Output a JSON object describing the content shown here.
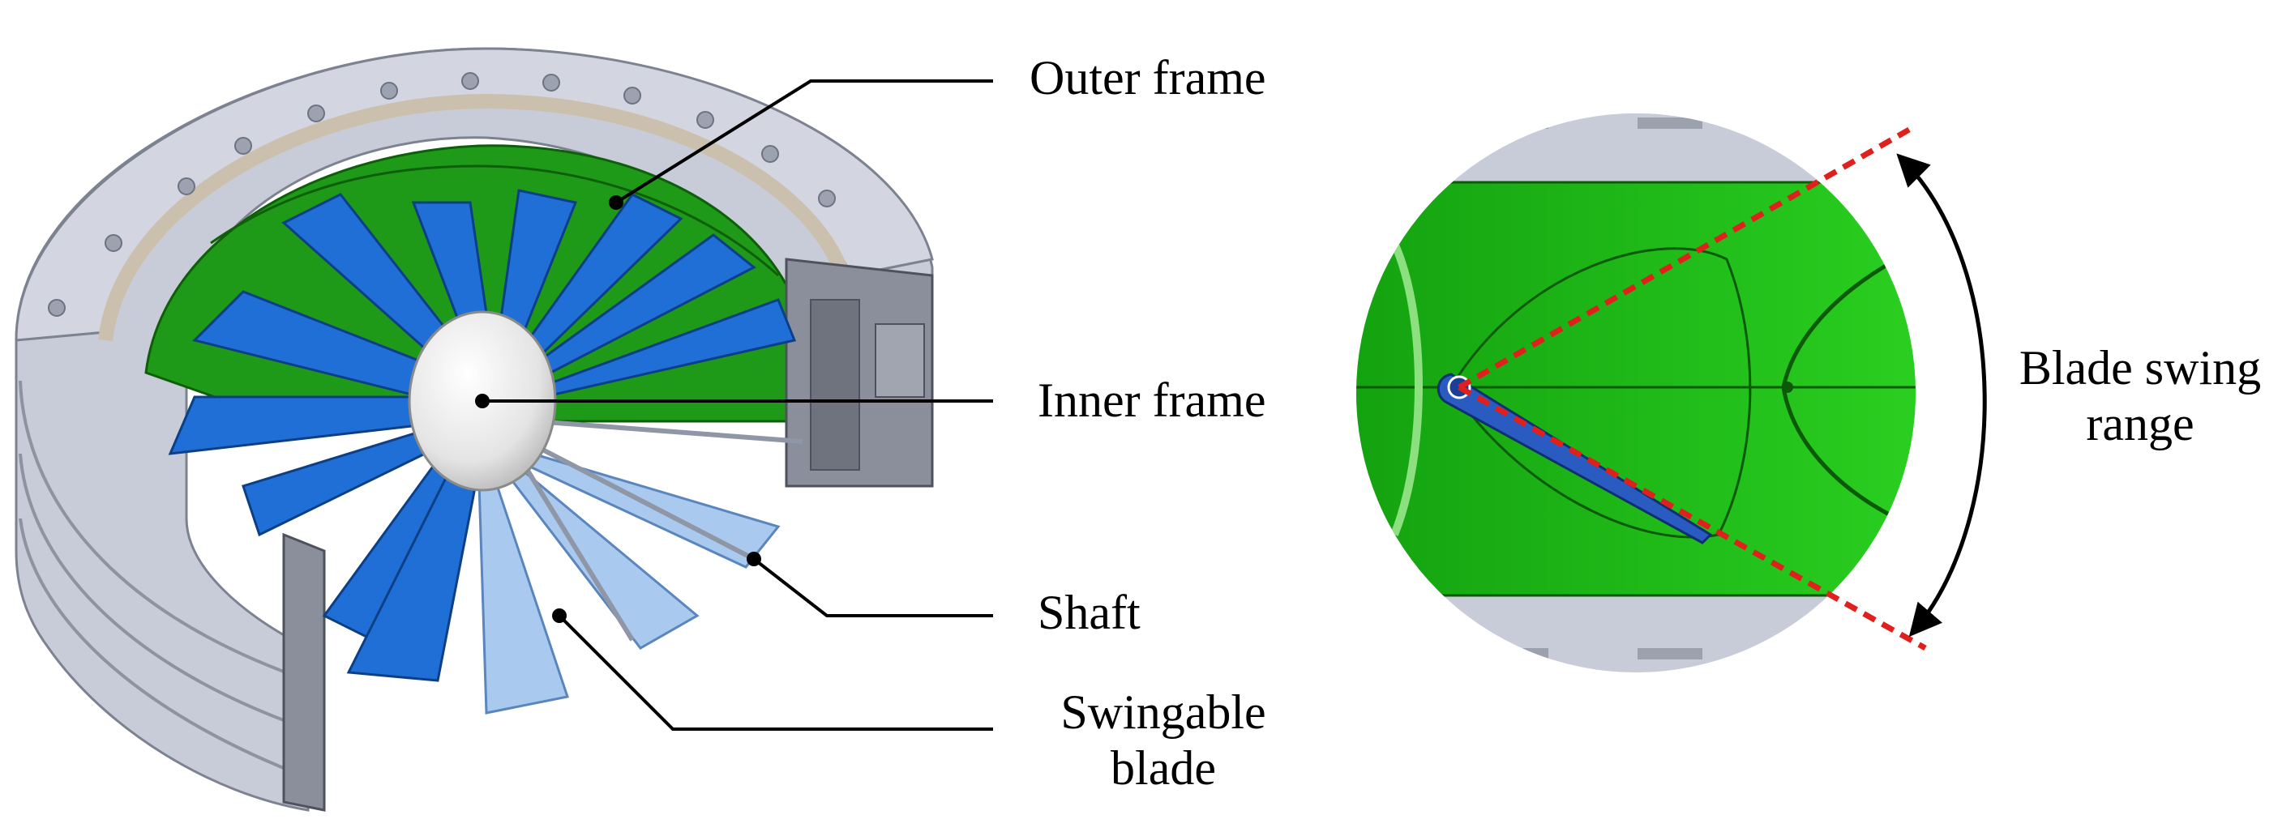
{
  "labels": {
    "outer_frame": "Outer frame",
    "inner_frame": "Inner frame",
    "shaft": "Shaft",
    "swingable_blade_line1": "Swingable",
    "swingable_blade_line2": "blade",
    "blade_swing_range_line1": "Blade swing",
    "blade_swing_range_line2": "range"
  },
  "colors": {
    "frame_gray": "#c8ccd8",
    "frame_dark": "#8e93a2",
    "inner_green": "#22b81a",
    "dark_green": "#157a10",
    "blade_blue": "#1f6fd6",
    "light_blade_blue": "#a9c9ee",
    "hub_white": "#f2f2f2",
    "range_dash_red": "#e0201c",
    "leader_black": "#000000"
  },
  "icons": {
    "left_view": "fan-cutaway-3d-illustration",
    "right_view": "blade-swing-detail-circle",
    "arrow": "double-headed-curved-arrow"
  }
}
